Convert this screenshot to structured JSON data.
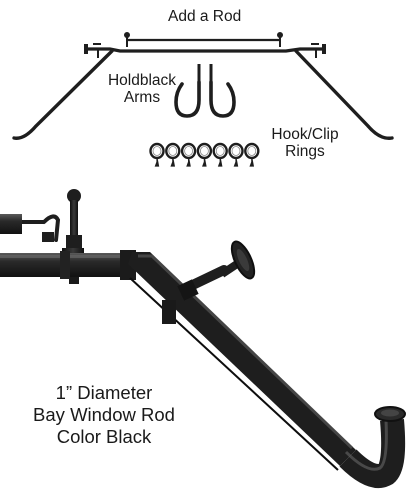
{
  "labels": {
    "add_rod": "Add a Rod",
    "holdback_arms": [
      "Holdblack",
      "Arms"
    ],
    "hook_clip_rings": [
      "Hook/Clip",
      "Rings"
    ],
    "description": [
      "1” Diameter",
      "Bay Window Rod",
      "Color Black"
    ]
  },
  "colors": {
    "background": "#ffffff",
    "rod": "#1e1e1e",
    "text": "#1a1a1a"
  },
  "components": {
    "ring_count": 7,
    "holdback_arm_count": 2
  }
}
